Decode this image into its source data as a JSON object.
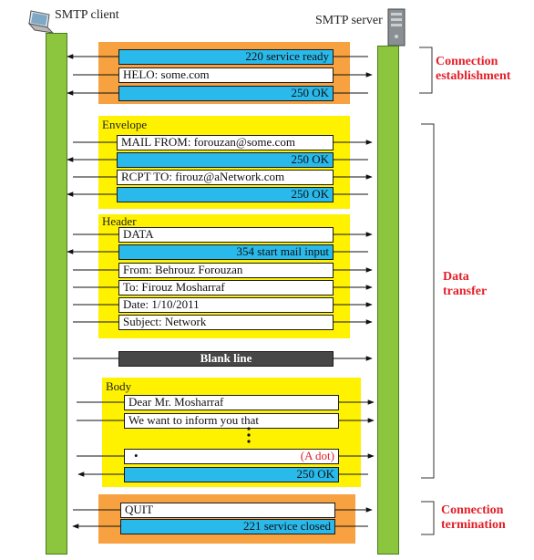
{
  "client": {
    "label": "SMTP client",
    "icon": "laptop-icon"
  },
  "server": {
    "label": "SMTP server",
    "icon": "server-tower-icon"
  },
  "groups": {
    "envelope": "Envelope",
    "header": "Header",
    "body": "Body"
  },
  "messages": {
    "service_ready": "220 service ready",
    "helo": "HELO: some.com",
    "ok1": "250 OK",
    "mail_from": "MAIL FROM: forouzan@some.com",
    "ok2": "250 OK",
    "rcpt_to": "RCPT TO: firouz@aNetwork.com",
    "ok3": "250 OK",
    "data": "DATA",
    "start_mail": "354 start mail input",
    "from": "From: Behrouz Forouzan",
    "to": "To: Firouz Mosharraf",
    "date": "Date: 1/10/2011",
    "subject": "Subject: Network",
    "blank_line": "Blank line",
    "dear": "Dear Mr. Mosharraf",
    "inform": "We want to inform you that",
    "dot_bullet": "•",
    "dot_label": "(A dot)",
    "ok4": "250 OK",
    "quit": "QUIT",
    "closed": "221 service closed"
  },
  "phases": {
    "establishment": [
      "Connection",
      "establishment"
    ],
    "transfer": [
      "Data",
      "transfer"
    ],
    "termination": [
      "Connection",
      "termination"
    ]
  },
  "colors": {
    "bar_green": "#8cc63f",
    "orange": "#f7a140",
    "yellow": "#fff200",
    "reply_blue": "#29b9eb",
    "blank_dark": "#474747",
    "phase_red": "#e3202a"
  }
}
